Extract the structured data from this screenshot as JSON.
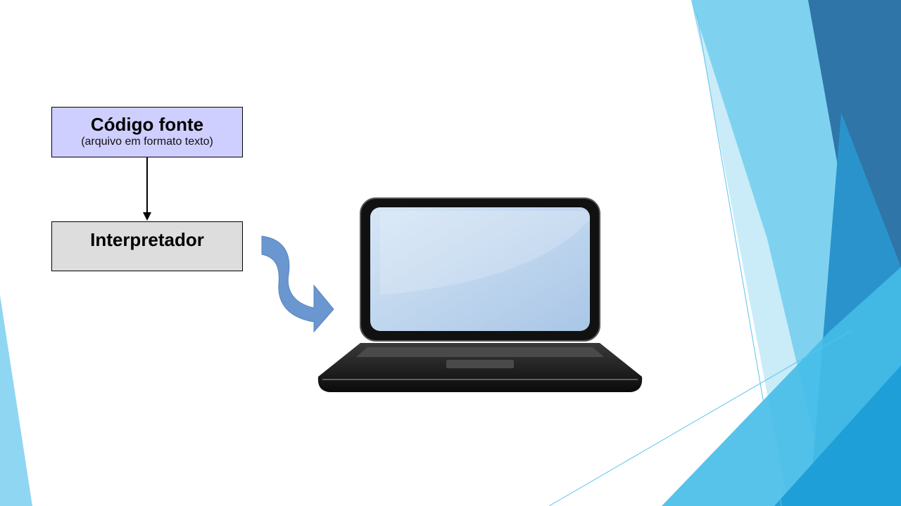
{
  "diagram": {
    "source_box": {
      "title": "Código fonte",
      "subtitle": "(arquivo em formato texto)",
      "fill": "#CFCFFF"
    },
    "interpreter_box": {
      "title": "Interpretador",
      "fill": "#DDDDDD"
    },
    "arrow_color": "#000000",
    "curved_arrow_color": "#6A97CF",
    "target_icon": "laptop-icon"
  },
  "theme": {
    "accent_light": "#86D3F0",
    "accent_mid": "#2FA8DE",
    "accent_dark": "#2B6FA6"
  }
}
